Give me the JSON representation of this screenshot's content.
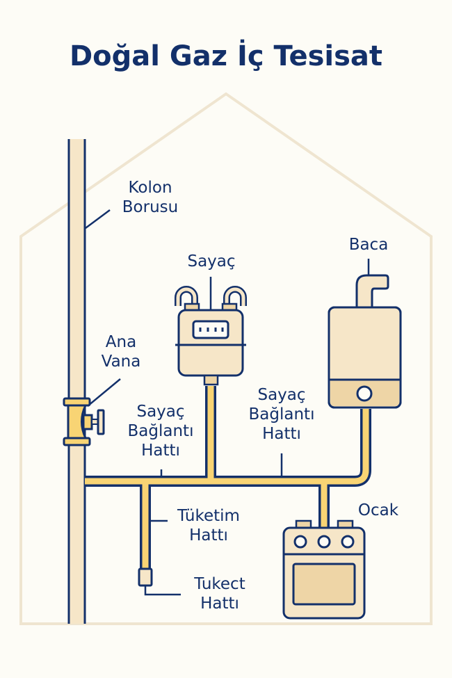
{
  "title": "Doğal Gaz İç Tesisat",
  "colors": {
    "background": "#fdfcf6",
    "outline": "#13306a",
    "gas_pipe": "#f8d474",
    "riser_fill": "#f6e6c8",
    "appliance_fill": "#f6e6c8",
    "appliance_shade": "#eed5a6",
    "house_outline": "#efe5d0"
  },
  "labels": {
    "kolon_borusu": {
      "line1": "Kolon",
      "line2": "Borusu"
    },
    "sayac": {
      "line1": "Sayaç"
    },
    "baca": {
      "line1": "Baca"
    },
    "ana_vana": {
      "line1": "Ana",
      "line2": "Vana"
    },
    "sayac_baglanti_left": {
      "line1": "Sayaç",
      "line2": "Bağlantı",
      "line3": "Hattı"
    },
    "sayac_baglanti_right": {
      "line1": "Sayaç",
      "line2": "Bağlantı",
      "line3": "Hattı"
    },
    "tuketim_hatti": {
      "line1": "Tüketim",
      "line2": "Hattı"
    },
    "tukect_hatti": {
      "line1": "Tukect",
      "line2": "Hattı"
    },
    "ocak": {
      "line1": "Ocak"
    }
  },
  "components": [
    {
      "id": "kolon-borusu",
      "icon": "riser-pipe"
    },
    {
      "id": "ana-vana",
      "icon": "valve"
    },
    {
      "id": "sayac",
      "icon": "gas-meter"
    },
    {
      "id": "baca",
      "icon": "boiler-with-flue"
    },
    {
      "id": "ocak",
      "icon": "stove"
    },
    {
      "id": "tuketim-end",
      "icon": "pipe-cap"
    }
  ]
}
